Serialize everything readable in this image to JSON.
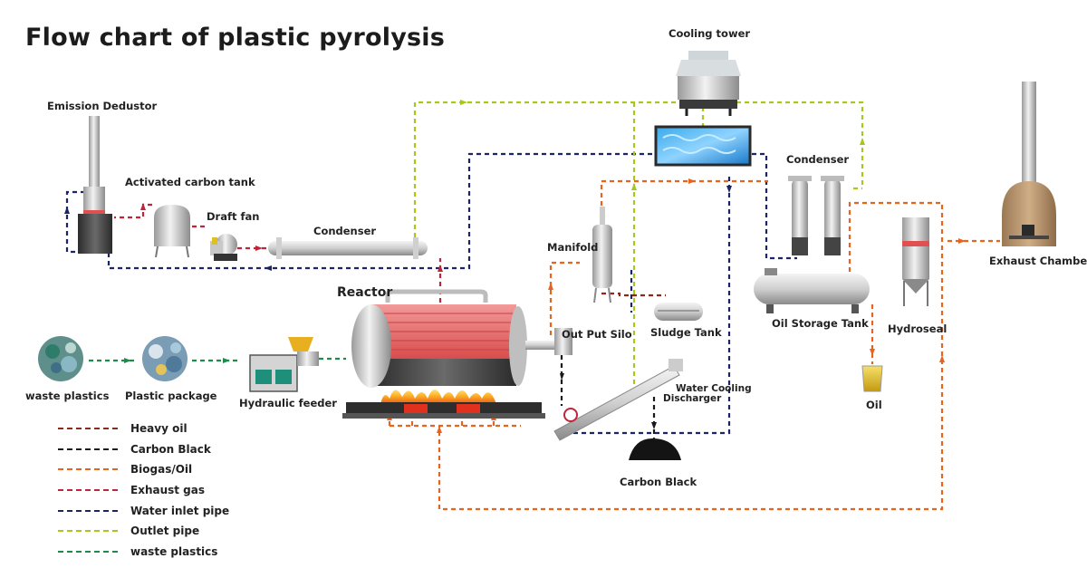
{
  "title": "Flow chart of plastic pyrolysis",
  "labels": {
    "cooling_tower": "Cooling tower",
    "emission_dedustor": "Emission Dedustor",
    "activated_carbon_tank": "Activated carbon tank",
    "draft_fan": "Draft fan",
    "condenser_top": "Condenser",
    "condenser_right": "Condenser",
    "reactor": "Reactor",
    "manifold": "Manifold",
    "out_put_silo": "Out Put Silo",
    "sludge_tank": "Sludge Tank",
    "oil_storage_tank": "Oil Storage Tank",
    "hydroseal": "Hydroseal",
    "exhaust_chamber": "Exhaust Chamber",
    "oil": "Oil",
    "waste_plastics": "waste plastics",
    "plastic_package": "Plastic package",
    "hydraulic_feeder": "Hydraulic feeder",
    "water_cooling_discharger_1": "Water Cooling",
    "water_cooling_discharger_2": "Discharger",
    "carbon_black": "Carbon Black"
  },
  "legend": [
    {
      "label": "Heavy oil",
      "color": "#8b2a1a"
    },
    {
      "label": "Carbon Black",
      "color": "#1a1a1a"
    },
    {
      "label": "Biogas/Oil",
      "color": "#e8641e"
    },
    {
      "label": "Exhaust gas",
      "color": "#c0243a"
    },
    {
      "label": "Water inlet pipe",
      "color": "#1c2466"
    },
    {
      "label": "Outlet pipe",
      "color": "#a6c81a"
    },
    {
      "label": "waste plastics",
      "color": "#1f8a4c"
    }
  ]
}
